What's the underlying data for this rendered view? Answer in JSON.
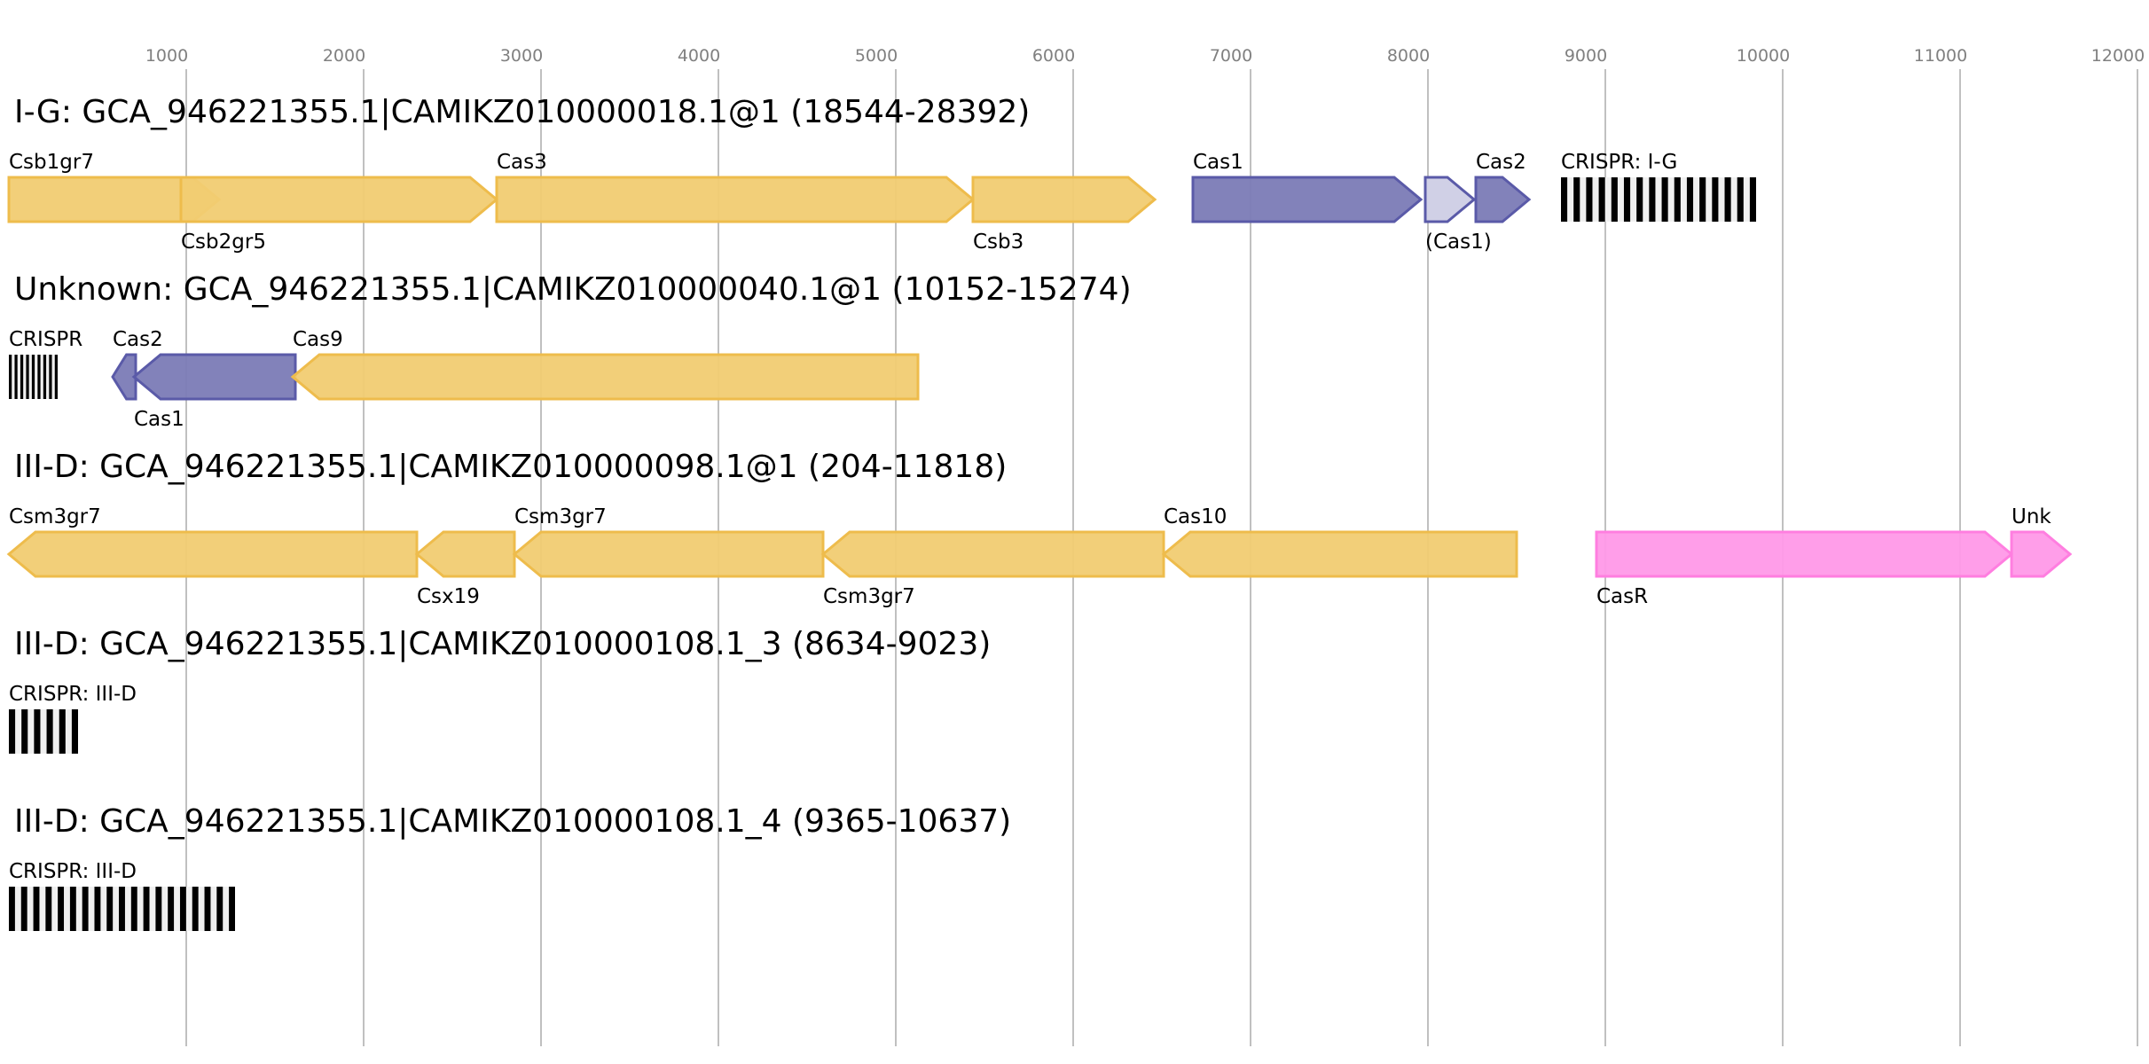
{
  "chart_data": {
    "type": "gene-map",
    "axis": {
      "unit": "bp",
      "range": [
        0,
        12000
      ],
      "ticks": [
        1000,
        2000,
        3000,
        4000,
        5000,
        6000,
        7000,
        8000,
        9000,
        10000,
        11000,
        12000
      ],
      "tick_labels": [
        "1000",
        "2000",
        "3000",
        "4000",
        "5000",
        "6000",
        "7000",
        "8000",
        "9000",
        "10000",
        "11000",
        "12000"
      ],
      "grid": true
    },
    "colors": {
      "adaptation": "#7b7bb6",
      "adaptation_stroke": "#5a5aa8",
      "adaptation_partial": "#d0d0e6",
      "effector": "#f1cc72",
      "effector_stroke": "#eebc4c",
      "regulator": "#ff99e8",
      "regulator_stroke": "#ff7ee0",
      "crispr_repeat": "#000000",
      "crispr_spacer": "#f0f0f0"
    },
    "tracks": [
      {
        "title": "I-G: GCA_946221355.1|CAMIKZ010000018.1@1 (18544-28392)",
        "features": [
          {
            "kind": "gene",
            "label": "Csb1gr7",
            "start": 0,
            "end": 1185,
            "strand": "+",
            "category": "effector",
            "label_pos": "top"
          },
          {
            "kind": "gene",
            "label": "Csb2gr5",
            "start": 970,
            "end": 2750,
            "strand": "+",
            "category": "effector",
            "label_pos": "bottom"
          },
          {
            "kind": "gene",
            "label": "Cas3",
            "start": 2750,
            "end": 5435,
            "strand": "+",
            "category": "effector",
            "label_pos": "top"
          },
          {
            "kind": "gene",
            "label": "Csb3",
            "start": 5435,
            "end": 6460,
            "strand": "+",
            "category": "effector",
            "label_pos": "bottom"
          },
          {
            "kind": "gene",
            "label": "Cas1",
            "start": 6675,
            "end": 7960,
            "strand": "+",
            "category": "adaptation",
            "label_pos": "top"
          },
          {
            "kind": "gene",
            "label": "(Cas1)",
            "start": 7985,
            "end": 8260,
            "strand": "+",
            "category": "adaptation_partial",
            "label_pos": "bottom"
          },
          {
            "kind": "gene",
            "label": "Cas2",
            "start": 8270,
            "end": 8570,
            "strand": "+",
            "category": "adaptation",
            "label_pos": "top"
          },
          {
            "kind": "crispr",
            "label": "CRISPR: I-G",
            "start": 8750,
            "end": 9850,
            "repeats": 16,
            "label_pos": "top"
          }
        ]
      },
      {
        "title": "Unknown: GCA_946221355.1|CAMIKZ010000040.1@1 (10152-15274)",
        "features": [
          {
            "kind": "crispr",
            "label": "CRISPR",
            "start": 0,
            "end": 275,
            "repeats": 9,
            "label_pos": "top"
          },
          {
            "kind": "gene",
            "label": "Cas2",
            "start": 585,
            "end": 715,
            "strand": "-",
            "category": "adaptation",
            "label_pos": "top"
          },
          {
            "kind": "gene",
            "label": "Cas1",
            "start": 705,
            "end": 1615,
            "strand": "-",
            "category": "adaptation",
            "label_pos": "bottom"
          },
          {
            "kind": "gene",
            "label": "Cas9",
            "start": 1600,
            "end": 5125,
            "strand": "-",
            "category": "effector",
            "label_pos": "top"
          }
        ]
      },
      {
        "title": "III-D: GCA_946221355.1|CAMIKZ010000098.1@1 (204-11818)",
        "features": [
          {
            "kind": "gene",
            "label": "Csm3gr7",
            "start": 0,
            "end": 2300,
            "strand": "-",
            "category": "effector",
            "label_pos": "top"
          },
          {
            "kind": "gene",
            "label": "Csx19",
            "start": 2300,
            "end": 2850,
            "strand": "-",
            "category": "effector",
            "label_pos": "bottom"
          },
          {
            "kind": "gene",
            "label": "Csm3gr7",
            "start": 2850,
            "end": 4590,
            "strand": "-",
            "category": "effector",
            "label_pos": "top"
          },
          {
            "kind": "gene",
            "label": "Csm3gr7",
            "start": 4590,
            "end": 6510,
            "strand": "-",
            "category": "effector",
            "label_pos": "bottom"
          },
          {
            "kind": "gene",
            "label": "Cas10",
            "start": 6510,
            "end": 8500,
            "strand": "-",
            "category": "effector",
            "label_pos": "top"
          },
          {
            "kind": "gene",
            "label": "CasR",
            "start": 8950,
            "end": 11290,
            "strand": "+",
            "category": "regulator",
            "label_pos": "bottom"
          },
          {
            "kind": "gene",
            "label": "Unk",
            "start": 11290,
            "end": 11620,
            "strand": "+",
            "category": "regulator",
            "label_pos": "top"
          }
        ]
      },
      {
        "title": "III-D: GCA_946221355.1|CAMIKZ010000108.1_3 (8634-9023)",
        "features": [
          {
            "kind": "crispr",
            "label": "CRISPR: III-D",
            "start": 0,
            "end": 390,
            "repeats": 6,
            "label_pos": "top"
          }
        ]
      },
      {
        "title": "III-D: GCA_946221355.1|CAMIKZ010000108.1_4 (9365-10637)",
        "features": [
          {
            "kind": "crispr",
            "label": "CRISPR: III-D",
            "start": 0,
            "end": 1275,
            "repeats": 19,
            "label_pos": "top"
          }
        ]
      }
    ]
  }
}
